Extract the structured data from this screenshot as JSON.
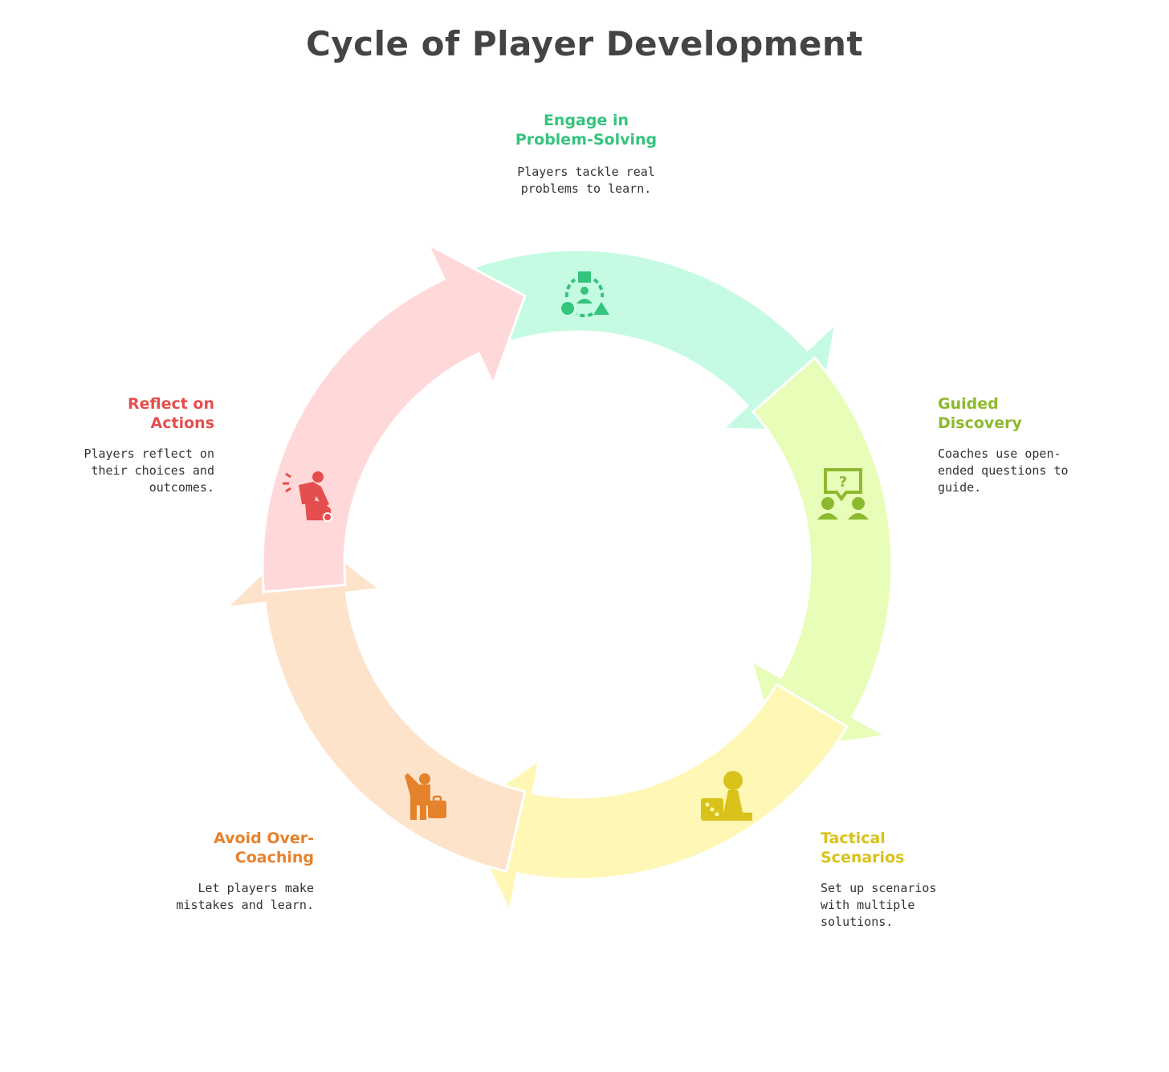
{
  "title": "Cycle of Player Development",
  "steps": [
    {
      "title": "Engage in\nProblem-Solving",
      "description": "Players tackle real\nproblems to learn.",
      "icon": "problem-solving-icon",
      "color": "#34c47c",
      "fill": "#c6fbe3"
    },
    {
      "title": "Guided\nDiscovery",
      "description": "Coaches use open-\nended questions to\nguide.",
      "icon": "question-discussion-icon",
      "color": "#8db92e",
      "fill": "#e8fdb8"
    },
    {
      "title": "Tactical\nScenarios",
      "description": "Set up scenarios\nwith multiple\nsolutions.",
      "icon": "dice-pawn-icon",
      "color": "#d9c21a",
      "fill": "#fef7b6"
    },
    {
      "title": "Avoid Over-\nCoaching",
      "description": "Let players make\nmistakes and learn.",
      "icon": "person-raising-hand-icon",
      "color": "#e5822c",
      "fill": "#fde3ca"
    },
    {
      "title": "Reflect on\nActions",
      "description": "Players reflect on\ntheir choices and\noutcomes.",
      "icon": "person-reflecting-icon",
      "color": "#e44e4e",
      "fill": "#ffd9d9"
    }
  ]
}
